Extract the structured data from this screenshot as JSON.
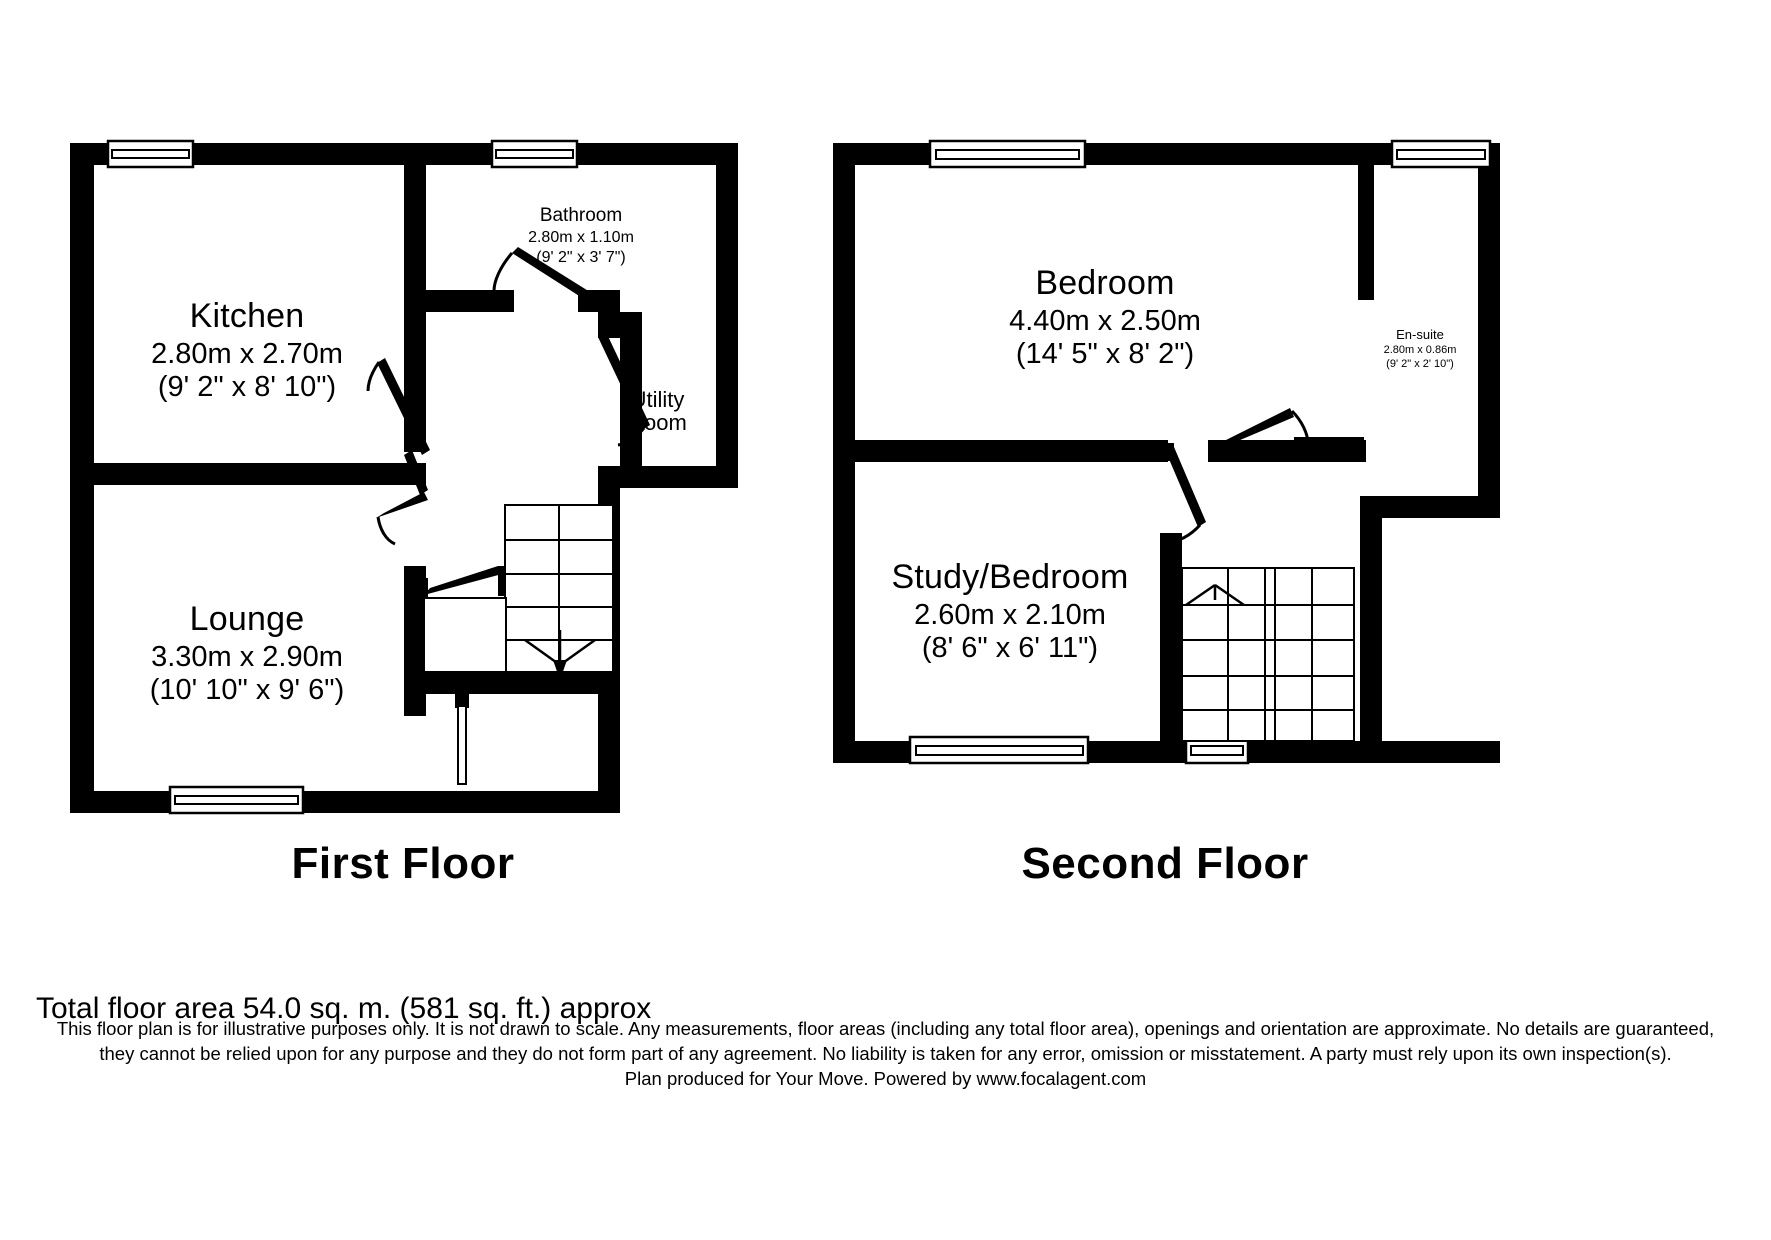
{
  "document": {
    "type": "floor-plan",
    "background_color": "#ffffff",
    "line_color": "#000000"
  },
  "floors": [
    {
      "id": "first-floor",
      "title": "First Floor",
      "rooms": [
        {
          "id": "kitchen",
          "name": "Kitchen",
          "dims_metric": "2.80m x 2.70m",
          "dims_imperial": "(9' 2\" x 8' 10\")"
        },
        {
          "id": "bathroom",
          "name": "Bathroom",
          "dims_metric": "2.80m x 1.10m",
          "dims_imperial": "(9' 2\" x 3' 7\")"
        },
        {
          "id": "utility-room",
          "name_line1": "Utility",
          "name_line2": "Room",
          "dims_metric": "",
          "dims_imperial": ""
        },
        {
          "id": "lounge",
          "name": "Lounge",
          "dims_metric": "3.30m x 2.90m",
          "dims_imperial": "(10' 10\" x 9' 6\")"
        }
      ]
    },
    {
      "id": "second-floor",
      "title": "Second Floor",
      "rooms": [
        {
          "id": "bedroom",
          "name": "Bedroom",
          "dims_metric": "4.40m x 2.50m",
          "dims_imperial": "(14' 5\" x 8' 2\")"
        },
        {
          "id": "en-suite",
          "name": "En-suite",
          "dims_metric": "2.80m x 0.86m",
          "dims_imperial": "(9' 2\" x 2' 10\")"
        },
        {
          "id": "study-bedroom",
          "name": "Study/Bedroom",
          "dims_metric": "2.60m x 2.10m",
          "dims_imperial": "(8' 6\" x 6' 11\")"
        }
      ]
    }
  ],
  "footer": {
    "total_area": "Total floor area 54.0 sq. m. (581 sq. ft.) approx",
    "disclaimer_line1": "This floor plan is for illustrative purposes only. It is not drawn to scale. Any measurements, floor areas (including any total floor area), openings and orientation are approximate. No details are guaranteed,",
    "disclaimer_line2": "they cannot be relied upon for any purpose and they do not form part of any agreement. No liability is taken for any error, omission or misstatement. A party must rely upon its own inspection(s).",
    "disclaimer_line3": "Plan produced for Your Move. Powered by www.focalagent.com"
  }
}
